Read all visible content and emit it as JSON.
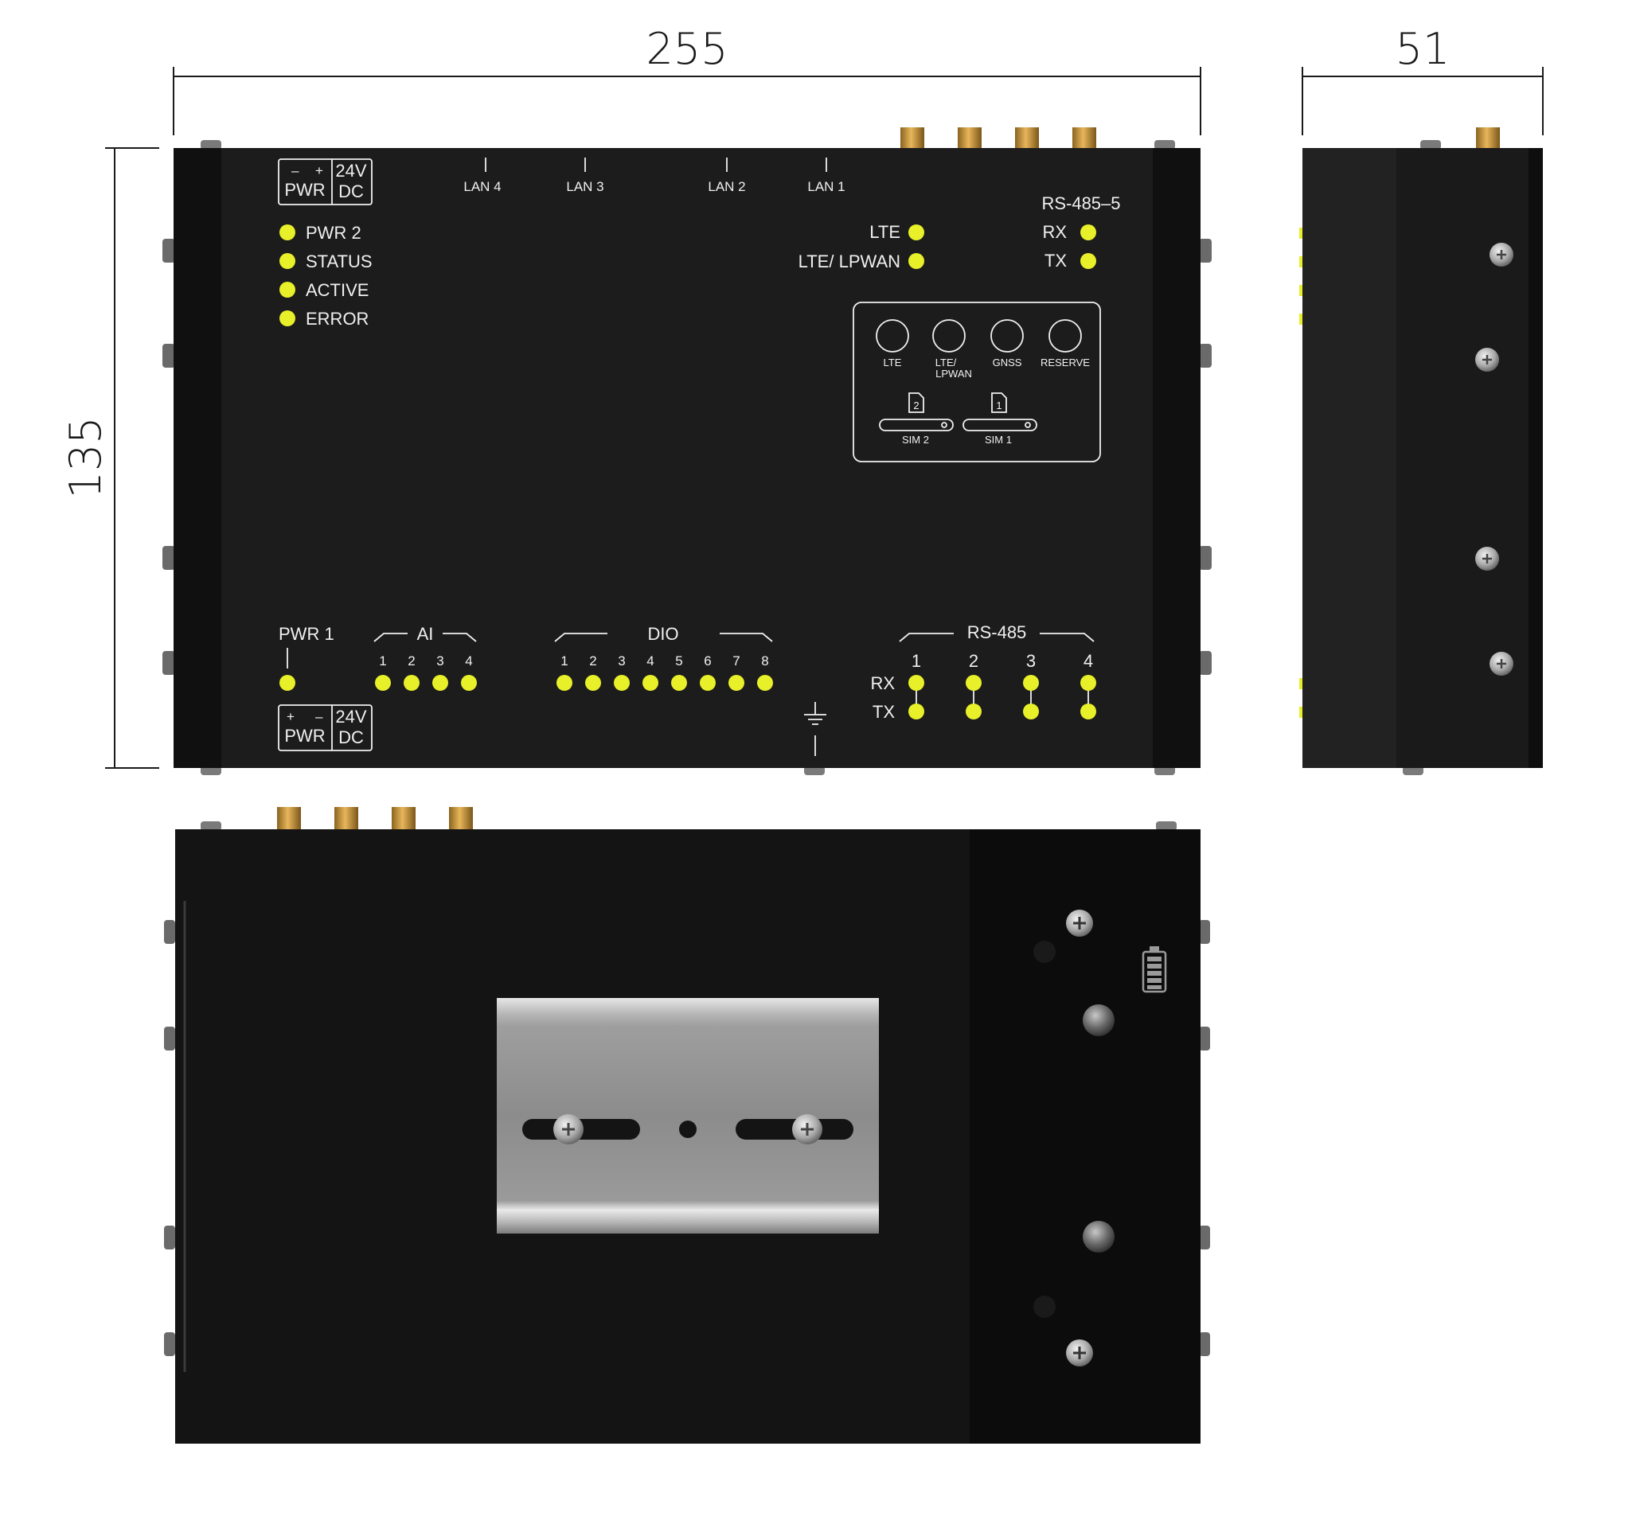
{
  "dimensions": {
    "width": "255",
    "depth": "51",
    "height": "135"
  },
  "front_panel": {
    "pwr_top": {
      "minus": "–",
      "plus": "+",
      "pwr": "PWR",
      "v24": "24V",
      "dc": "DC"
    },
    "pwr_bottom": {
      "minus": "–",
      "plus": "+",
      "pwr": "PWR",
      "v24": "24V",
      "dc": "DC"
    },
    "lan_labels": [
      "LAN 4",
      "LAN 3",
      "LAN 2",
      "LAN 1"
    ],
    "status_leds": [
      "PWR 2",
      "STATUS",
      "ACTIVE",
      "ERROR"
    ],
    "lte_leds": [
      "LTE",
      "LTE/ LPWAN"
    ],
    "rs485_5": {
      "title": "RS-485–5",
      "rx": "RX",
      "tx": "TX"
    },
    "antenna_box": {
      "antennas": [
        "LTE",
        "LTE/",
        "LPWAN",
        "GNSS",
        "RESERVE"
      ],
      "sims": [
        {
          "num": "2",
          "label": "SIM 2"
        },
        {
          "num": "1",
          "label": "SIM 1"
        }
      ]
    },
    "pwr1": "PWR 1",
    "ai": {
      "title": "AI",
      "channels": [
        "1",
        "2",
        "3",
        "4"
      ]
    },
    "dio": {
      "title": "DIO",
      "channels": [
        "1",
        "2",
        "3",
        "4",
        "5",
        "6",
        "7",
        "8"
      ]
    },
    "rs485": {
      "title": "RS-485",
      "ports": [
        "1",
        "2",
        "3",
        "4"
      ],
      "rx": "RX",
      "tx": "TX"
    }
  },
  "colors": {
    "body": "#1c1c1c",
    "led": "#e8f02a",
    "connector": "#c99a3e",
    "rail": "#9a9a9a"
  }
}
